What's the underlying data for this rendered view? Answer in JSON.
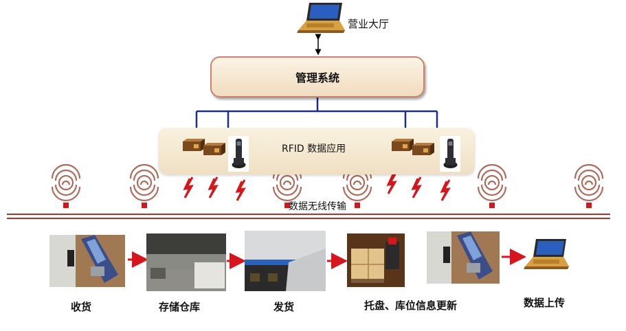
{
  "top_node": {
    "label": "营业大厅",
    "icon": "laptop-icon"
  },
  "management": {
    "label": "管理系统"
  },
  "rfid_app": {
    "label": "RFID 数据应用"
  },
  "wireless": {
    "label": "数据无线传输"
  },
  "process_steps": [
    {
      "label": "收货",
      "icon": "handheld-reader-photo"
    },
    {
      "label": "存储仓库",
      "icon": "warehouse-photo"
    },
    {
      "label": "发货",
      "icon": "shipping-dock-photo"
    },
    {
      "label": "托盘、库位信息更新",
      "icon": "pallet-forklift-photo"
    },
    {
      "label": "数据上传",
      "icon": "laptop-icon"
    }
  ],
  "colors": {
    "network_line": "#1a2c8c",
    "signal_red": "#d8141c",
    "signal_rings": "#b06a5a",
    "box_border": "#c9826c",
    "rail": "#b0302c"
  }
}
